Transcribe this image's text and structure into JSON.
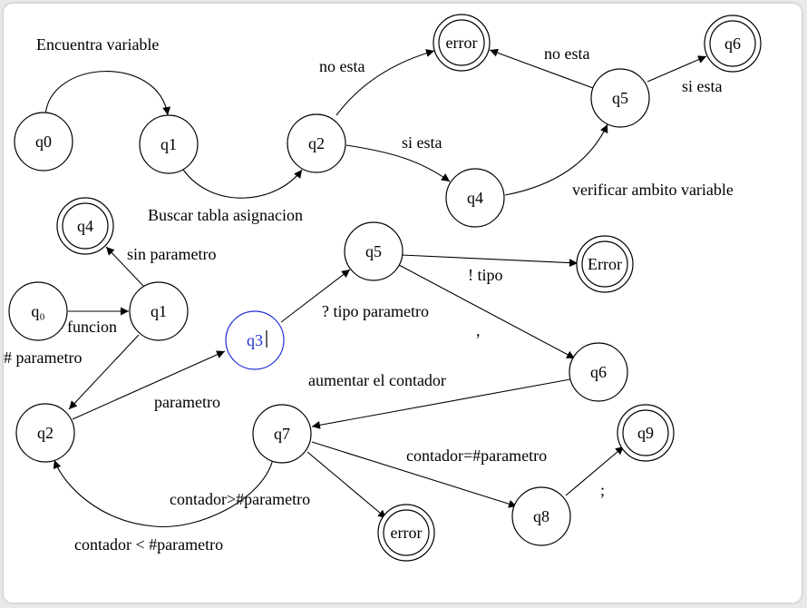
{
  "diagram1": {
    "states": {
      "q0": "q0",
      "q1": "q1",
      "q2": "q2",
      "q4": "q4",
      "q5": "q5",
      "error": "error",
      "q6": "q6"
    },
    "edges": {
      "q0_q1": "Encuentra variable",
      "q1_q2": "Buscar tabla asignacion",
      "q2_error": "no esta",
      "q2_q4": "si esta",
      "q4_q5": "verificar ambito variable",
      "q5_error": "no esta",
      "q5_q6": "si esta"
    }
  },
  "diagram2": {
    "states": {
      "q0": "q₀",
      "q1": "q1",
      "q4": "q4",
      "q2": "q2",
      "q3": "q3",
      "q5": "q5",
      "Error": "Error",
      "q6": "q6",
      "q7": "q7",
      "error": "error",
      "q8": "q8",
      "q9": "q9"
    },
    "edges": {
      "q0_q1": "funcion",
      "q1_q4": "sin parametro",
      "q1_q2": "# parametro",
      "q2_q3": "parametro",
      "q3_q5": "? tipo parametro",
      "q5_Error": "! tipo",
      "q5_q6": ",",
      "q6_q7": "aumentar el contador",
      "q7_q2_a": "contador>#parametro",
      "q7_q2_b": "contador < #parametro",
      "q7_q8": "contador=#parametro",
      "q8_q9": ";"
    }
  },
  "colors": {
    "selected_state": "#1f2fd6",
    "stroke": "#000000"
  }
}
